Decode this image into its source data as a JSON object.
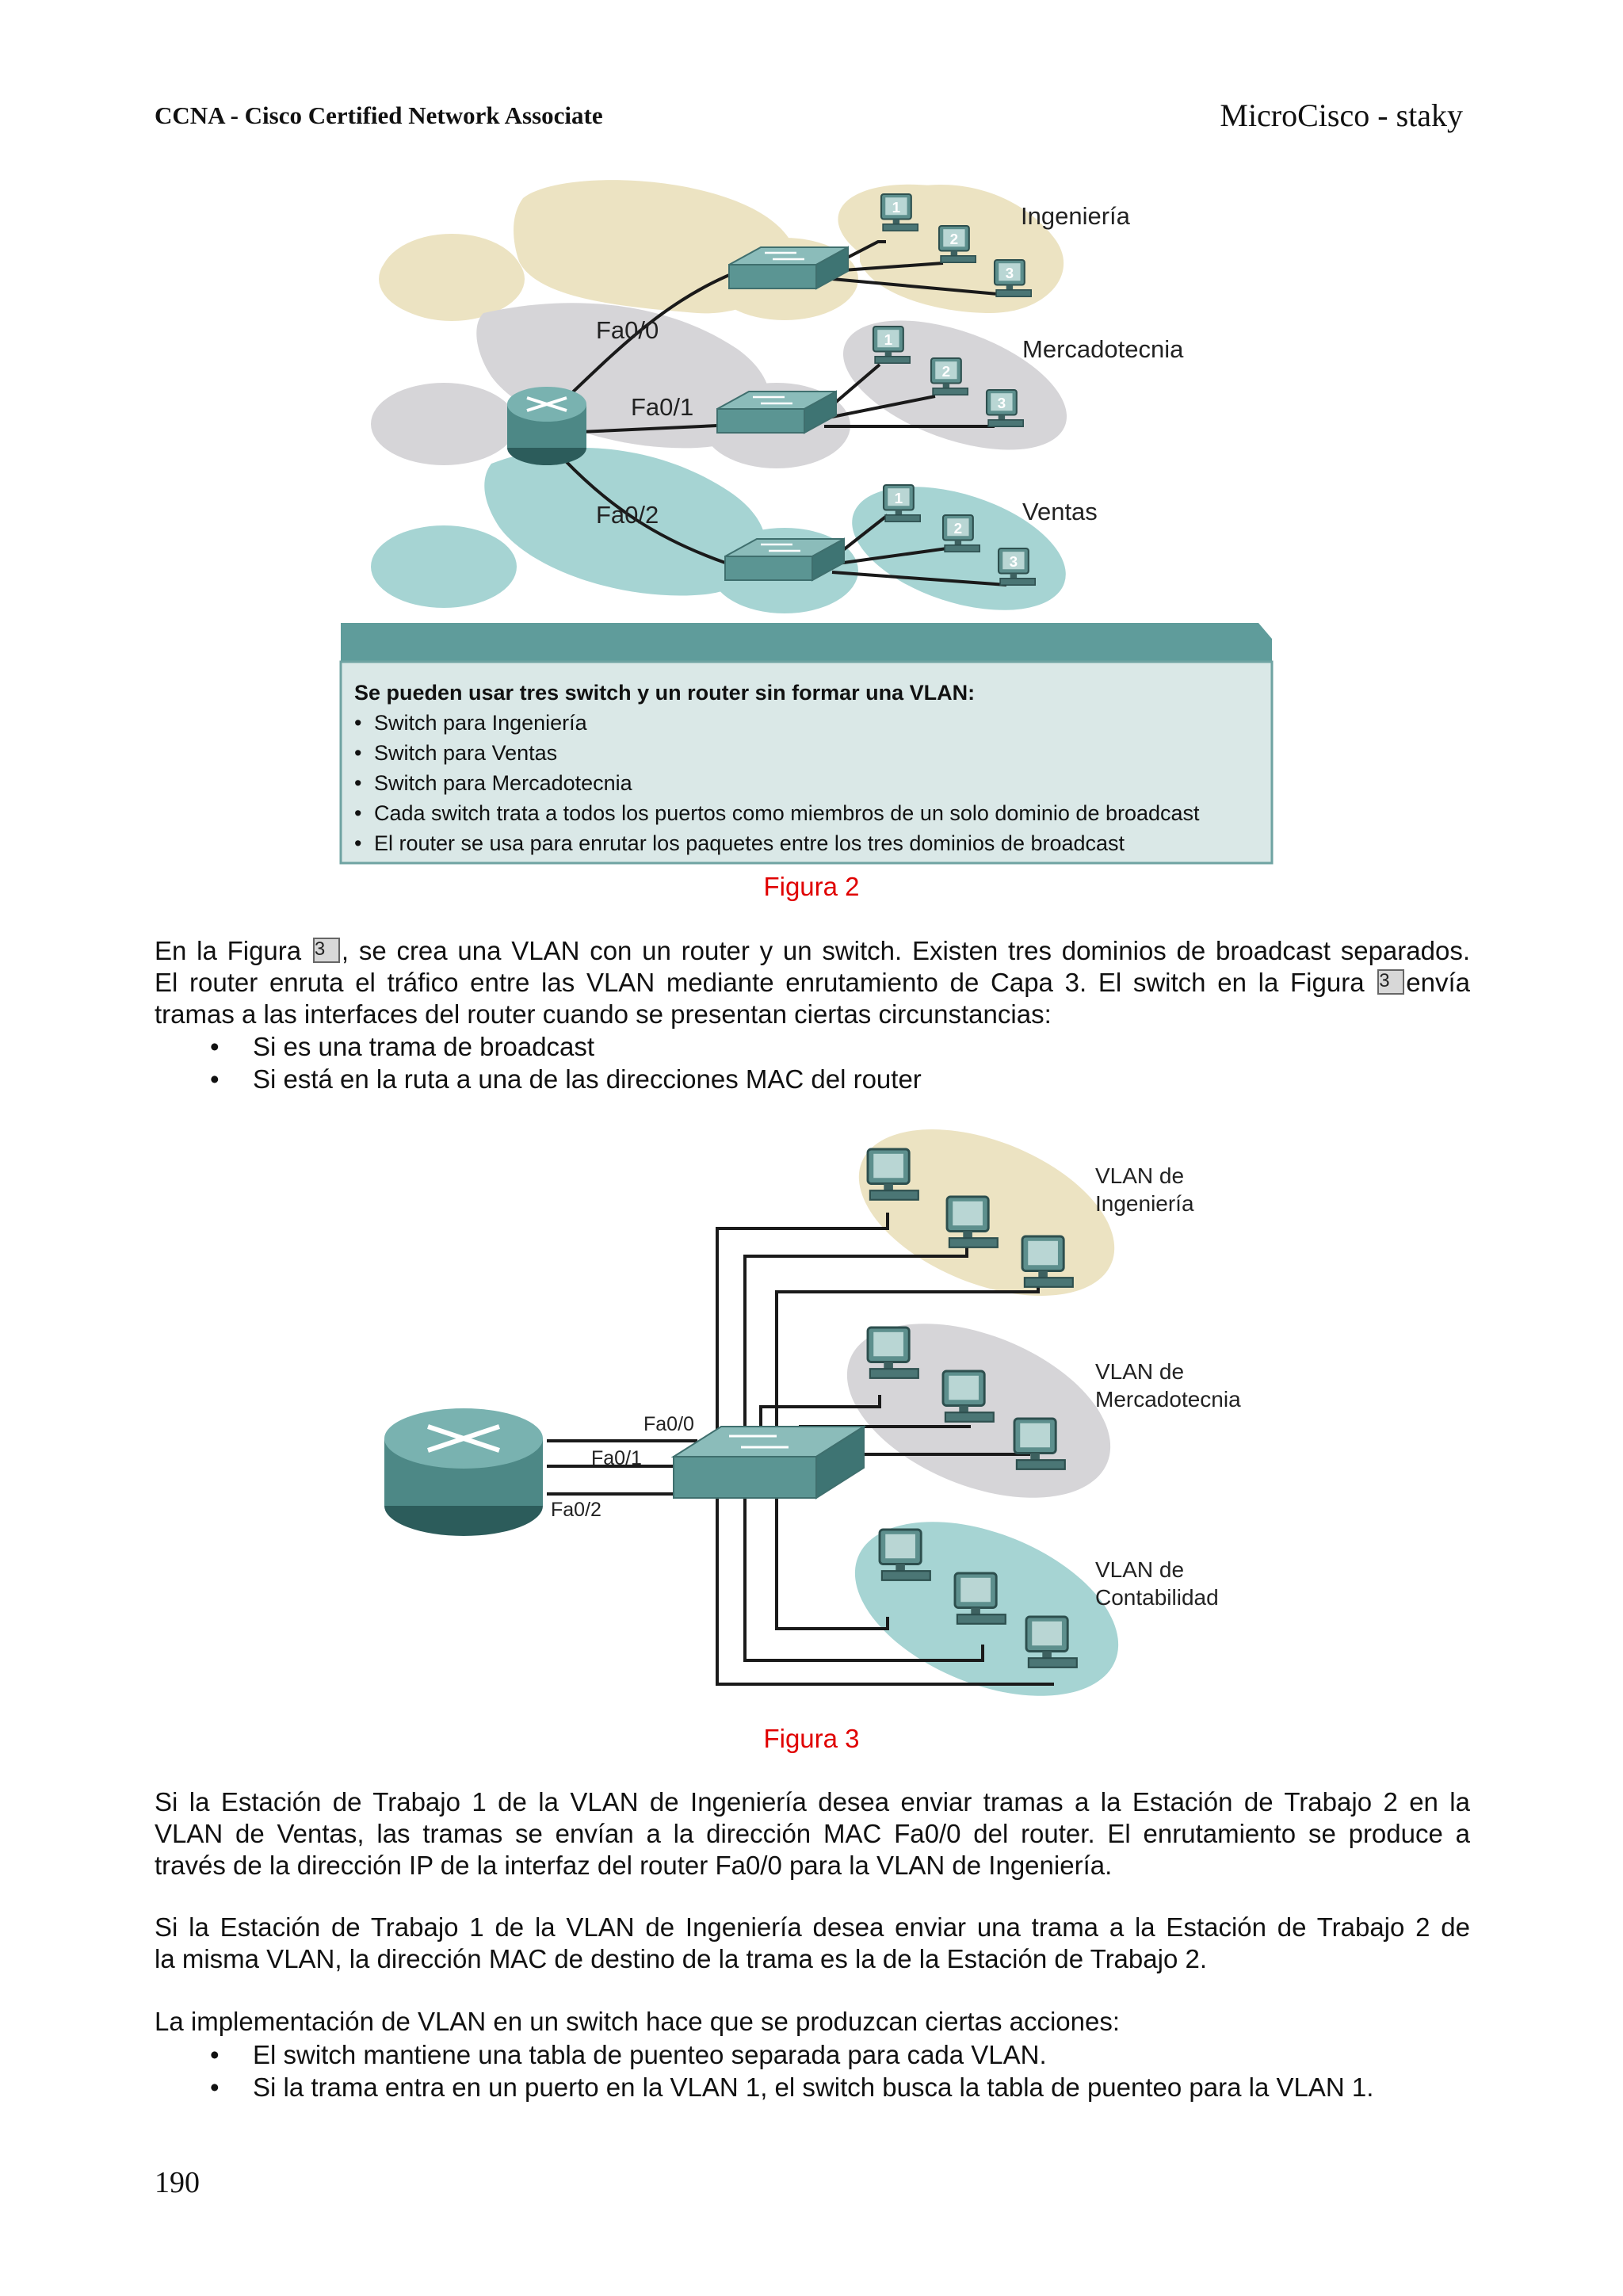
{
  "header": {
    "left": "CCNA - Cisco Certified Network Associate",
    "right": "MicroCisco - staky"
  },
  "figure2": {
    "groups": [
      "Ingeniería",
      "Mercadotecnia",
      "Ventas"
    ],
    "ports": [
      "Fa0/0",
      "Fa0/1",
      "Fa0/2"
    ],
    "pc_numbers": [
      "1",
      "2",
      "3"
    ],
    "box_title": "Se pueden usar tres switch y un router sin formar una VLAN:",
    "box_items": [
      "Switch para Ingeniería",
      "Switch para Ventas",
      "Switch para Mercadotecnia",
      "Cada switch trata a todos los puertos como miembros de un solo dominio de broadcast",
      "El router se usa para enrutar los paquetes entre los tres dominios de broadcast"
    ],
    "caption": "Figura 2"
  },
  "para1": {
    "line1_a": "En la Figura ",
    "figref": "3",
    "line1_b": ", se crea una VLAN con un router y un switch. Existen tres dominios de broadcast separados.",
    "line2_a": "El router enruta el tráfico entre las VLAN mediante enrutamiento de Capa 3. El switch en la Figura ",
    "line2_b": "envía",
    "line3": "tramas a las interfaces del router cuando se presentan ciertas circunstancias:"
  },
  "bullets1": [
    "Si es una trama de broadcast",
    "Si está en la ruta a una de las direcciones MAC del router"
  ],
  "figure3": {
    "vlan_line1": [
      "VLAN de",
      "VLAN de",
      "VLAN de"
    ],
    "vlan_line2": [
      "Ingeniería",
      "Mercadotecnia",
      "Contabilidad"
    ],
    "ports": [
      "Fa0/0",
      "Fa0/1",
      "Fa0/2"
    ],
    "caption": "Figura 3"
  },
  "para2": [
    "Si la Estación de Trabajo 1 de la VLAN de Ingeniería desea enviar tramas a la Estación de Trabajo 2 en la",
    "VLAN de Ventas, las tramas se envían a la dirección MAC Fa0/0 del router. El enrutamiento se produce a",
    "través de la dirección IP de la interfaz del router Fa0/0 para la VLAN de Ingeniería."
  ],
  "para3": [
    "Si la Estación de Trabajo 1 de la VLAN de Ingeniería desea enviar una trama a la Estación de Trabajo 2 de",
    "la misma VLAN, la dirección MAC de destino de la trama es la de la Estación de Trabajo 2."
  ],
  "para4": "La implementación de VLAN en un switch hace que se produzcan ciertas acciones:",
  "bullets2": [
    "El switch mantiene una tabla de puenteo separada para cada VLAN.",
    "Si la trama entra en un puerto en la VLAN 1, el switch busca la tabla de puenteo para la VLAN 1."
  ],
  "page_number": "190",
  "colors": {
    "ingenieria": "#ece3c2",
    "mercadotecnia": "#d6d5d8",
    "ventas": "#a6d4d3",
    "box_bg": "#dae8e7",
    "box_header": "#5f9c9b",
    "device": "#5f9a98",
    "caption_red": "#e00000"
  }
}
